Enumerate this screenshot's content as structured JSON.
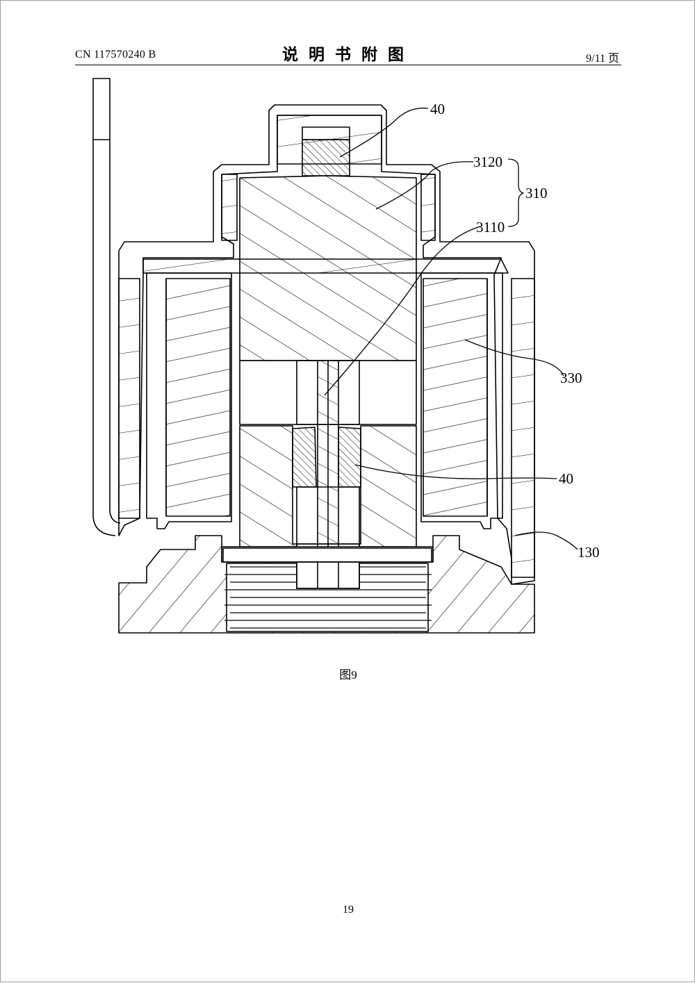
{
  "header": {
    "patent_number": "CN 117570240 B",
    "section_title": "说明书附图",
    "page_of": "9/11 页"
  },
  "figure": {
    "caption": "图9",
    "labels": {
      "l40_top": "40",
      "l3120": "3120",
      "l310": "310",
      "l3110": "3110",
      "l330": "330",
      "l40_mid": "40",
      "l130": "130"
    }
  },
  "footer": {
    "page_number": "19"
  }
}
